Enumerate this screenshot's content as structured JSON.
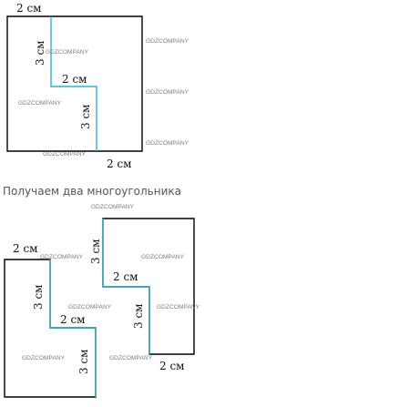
{
  "caption": "Получаем два многоугольника",
  "measures": {
    "top_width": "2 см",
    "top_height": "3 см",
    "middle_width": "2 см",
    "middle_height": "3 см",
    "bottom_width": "2 см"
  },
  "watermark": "GDZCOMPANY",
  "second": {
    "left_top_width": "2 см",
    "left_height": "3 см",
    "left_mid_width": "2 см",
    "left_lower_height": "3 см",
    "right_top_height": "3 см",
    "right_mid_width": "2 см",
    "right_mid_height": "3 см",
    "right_bottom_width": "2 см"
  },
  "colors": {
    "black_line": "#000000",
    "cyan_line": "#2fb3c5",
    "watermark": "#7a7a7a"
  }
}
